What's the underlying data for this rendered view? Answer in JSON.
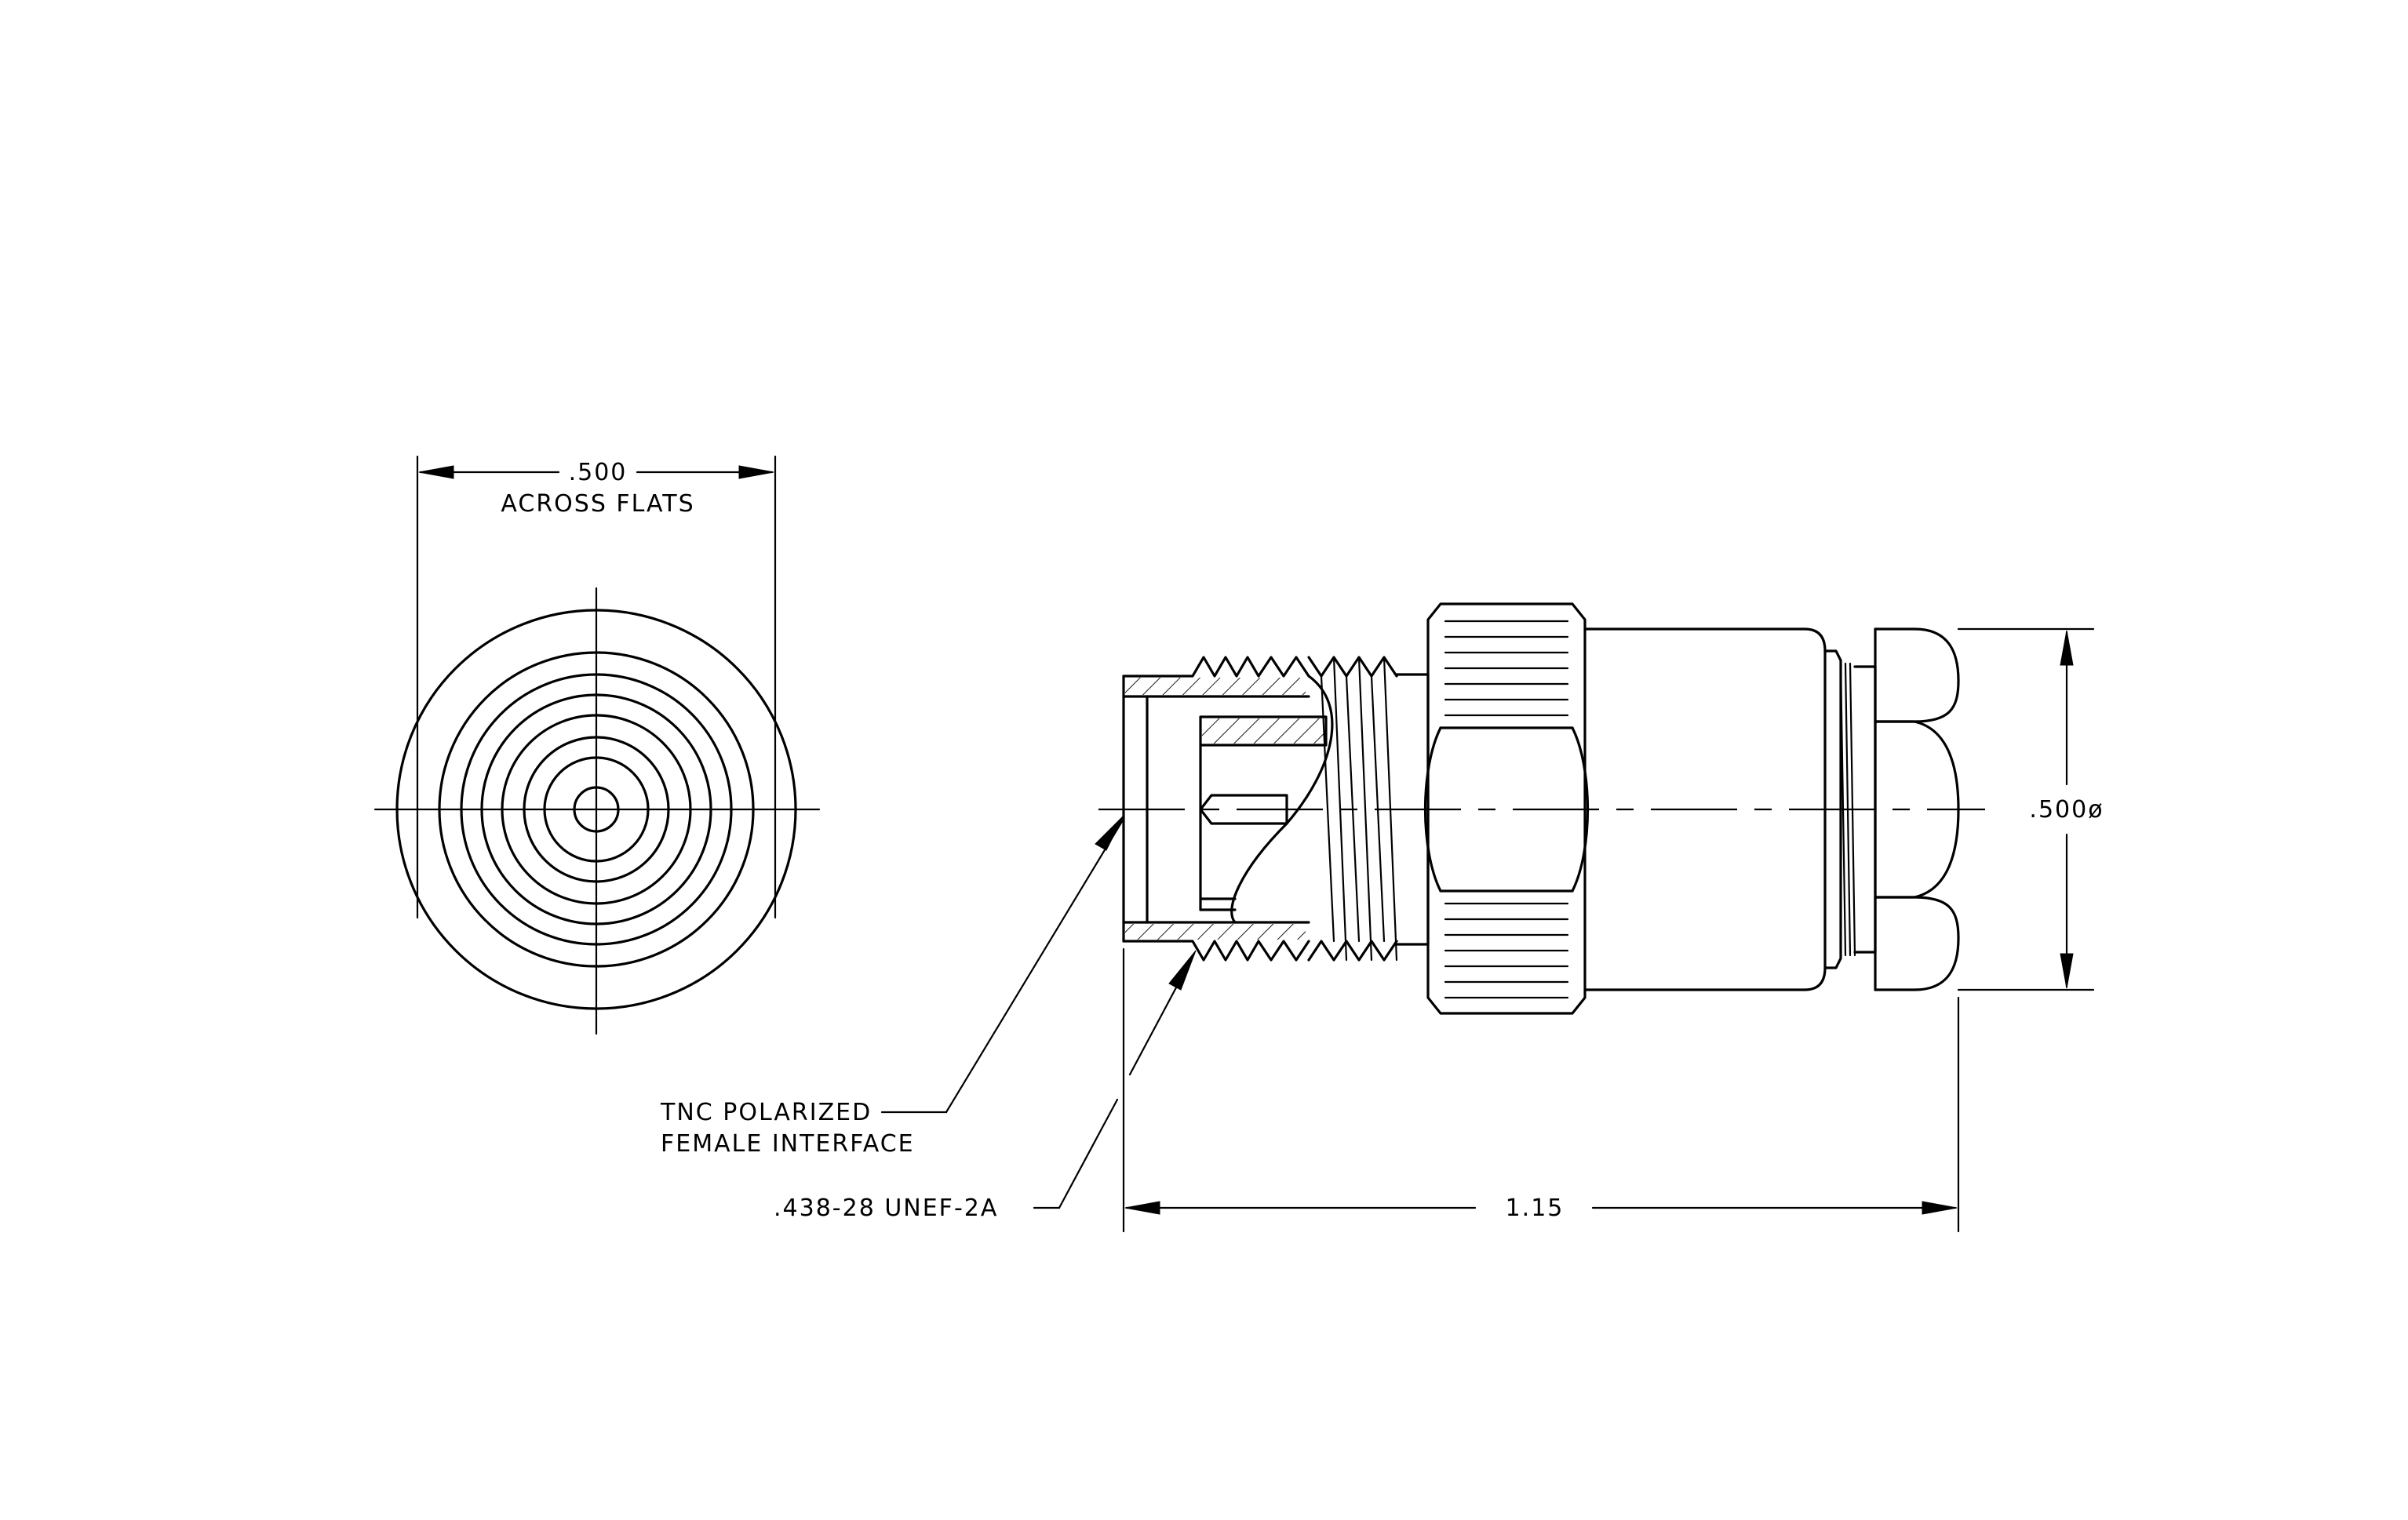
{
  "end_view": {
    "dim_value": ".500",
    "dim_note": "ACROSS FLATS"
  },
  "side_view": {
    "length_dim": "1.15",
    "diameter_dim": ".500ø"
  },
  "callouts": {
    "interface_line1": "TNC POLARIZED",
    "interface_line2": "FEMALE INTERFACE",
    "thread": ".438-28 UNEF-2A"
  }
}
